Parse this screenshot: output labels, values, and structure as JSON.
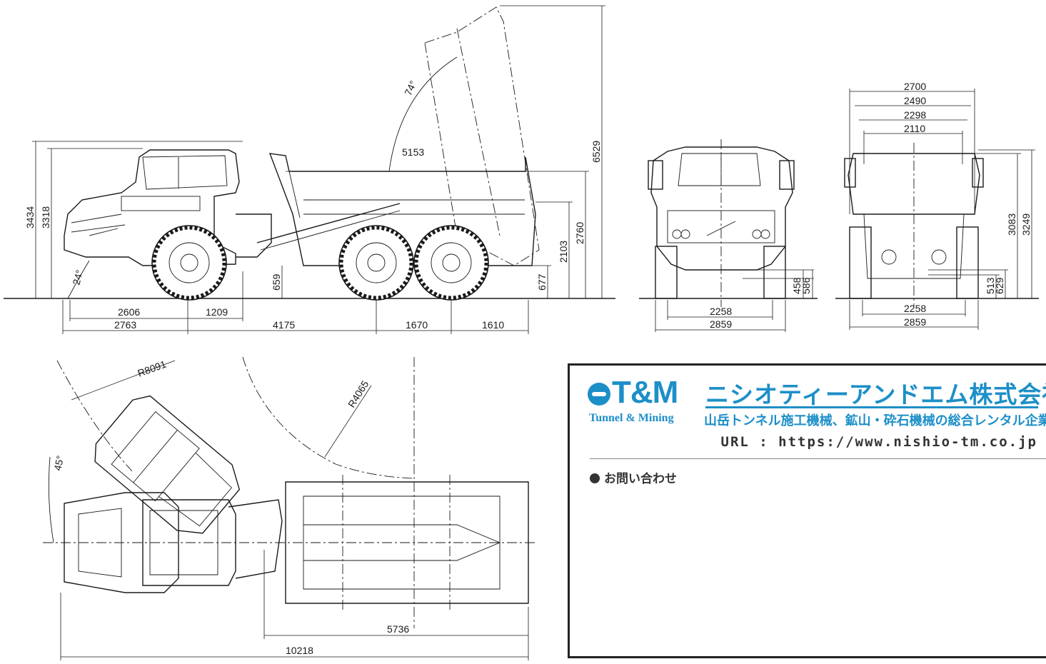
{
  "side_view": {
    "dims": {
      "height_total": "3434",
      "height_cab": "3318",
      "tip_angle": "74°",
      "body_length": "5153",
      "dump_height": "6529",
      "body_height": "2760",
      "body_side": "2103",
      "rear_clearance": "677",
      "hitch_clearance": "659",
      "approach_angle": "24°",
      "front_axle_1": "2606",
      "front_overhang": "2763",
      "cab_axle": "1209",
      "wheelbase": "4175",
      "bogie": "1670",
      "rear_overhang": "1610"
    }
  },
  "front_view": {
    "dims": {
      "track": "2258",
      "width": "2859",
      "ground_1": "458",
      "ground_2": "586"
    }
  },
  "rear_view": {
    "dims": {
      "w1": "2700",
      "w2": "2490",
      "w3": "2298",
      "w4": "2110",
      "h1": "3083",
      "h2": "3249",
      "g1": "513",
      "g2": "629",
      "track": "2258",
      "width": "2859"
    }
  },
  "top_view": {
    "dims": {
      "outer_radius": "R8091",
      "inner_radius": "R4065",
      "steer_angle": "45°",
      "body_len": "5736",
      "total_len": "10218"
    }
  },
  "company": {
    "logo_text": "T&M",
    "logo_sub": "Tunnel & Mining",
    "name": "ニシオティーアンドエム株式会社",
    "tagline": "山岳トンネル施工機械、鉱山・砕石機械の総合レンタル企業",
    "url": "URL : https://www.nishio-tm.co.jp",
    "contact_label": "お問い合わせ",
    "brand_color": "#1d8fc8"
  }
}
